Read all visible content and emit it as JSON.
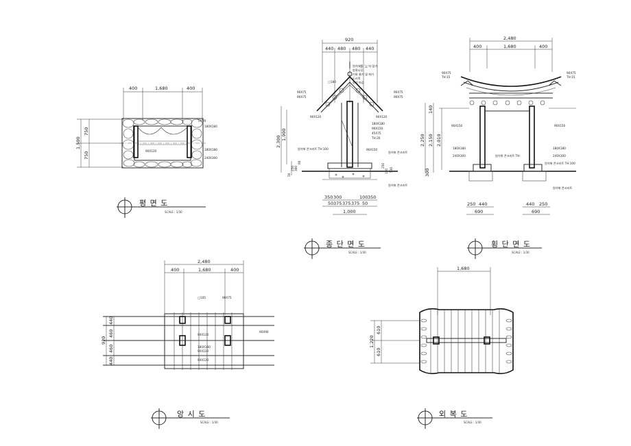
{
  "drawings": {
    "plan": {
      "title": "평 면 도",
      "scale": "SCALE : 1/30",
      "dims_top": [
        "400",
        "1,680",
        "400"
      ],
      "dims_left_total": "1,500",
      "dims_left": [
        "750",
        "750"
      ],
      "labels": [
        "TH:20",
        "180X180",
        "90X120",
        "180X180",
        "240X300"
      ]
    },
    "long_section": {
      "title": "종 단 면 도",
      "scale": "SCALE : 1/30",
      "dims_top_total": "920",
      "dims_top": [
        "440",
        "480",
        "480",
        "440"
      ],
      "dims_left_a": "2,300",
      "dims_left_b": "1,900",
      "dims_left_small": [
        "50",
        "250",
        "300",
        "60"
      ],
      "dims_right_small": [
        "250",
        "150",
        "530"
      ],
      "dims_bottom_a": [
        "350",
        "300",
        "100",
        "350"
      ],
      "dims_bottom_b": [
        "50",
        "375",
        "375",
        "375",
        "50"
      ],
      "dims_bottom_total": "1,000",
      "labels_top": [
        "원석재를 '上'자 맞기",
        "방화나무",
        "기와 줄기 및 파기",
        "도리목",
        "방석 마감"
      ],
      "labels": [
        "□180",
        "90X75",
        "90X75",
        "90X75",
        "90X75",
        "90X120",
        "90X120",
        "180X180",
        "90X150",
        "45X75",
        "TH:20",
        "90X150",
        "원석위 콘크리트 TH:100",
        "원석위 콘크리트",
        "원석위 콘크리트"
      ]
    },
    "cross_section": {
      "title": "횡 단 면 도",
      "scale": "SCALE : 1/30",
      "dims_top_total": "2,480",
      "dims_top": [
        "400",
        "1,680",
        "400"
      ],
      "dims_left": [
        "140",
        "2,250",
        "2,150",
        "2,010",
        "300"
      ],
      "dims_bottom_a": [
        "250",
        "440",
        "440",
        "250"
      ],
      "dims_bottom_b": [
        "690",
        "690"
      ],
      "labels": [
        "90X75",
        "TH:15",
        "90X75",
        "TH:15",
        "90X150",
        "90X150",
        "180X180",
        "240X300",
        "180X180",
        "240X300",
        "원석위 콘크리트 TH:",
        "원석위 콘크리트 TH:100",
        "원석위 콘크리트"
      ]
    },
    "roof_plan": {
      "title": "앙 시 도",
      "scale": "SCALE : 1/30",
      "dims_top_total": "2,480",
      "dims_top": [
        "400",
        "1,680",
        "400"
      ],
      "dims_left_total": "920",
      "dims_left": [
        "440",
        "460",
        "460",
        "440"
      ],
      "labels": [
        "□105",
        "90X75",
        "90X90",
        "90X120",
        "180X180",
        "90X120",
        "90X120"
      ]
    },
    "roof_bottom": {
      "title": "외 복 도",
      "scale": "SCALE : 1/30",
      "dims_top_total": "1,680",
      "dims_left_total": "1,220",
      "dims_left": [
        "610",
        "610"
      ]
    }
  }
}
